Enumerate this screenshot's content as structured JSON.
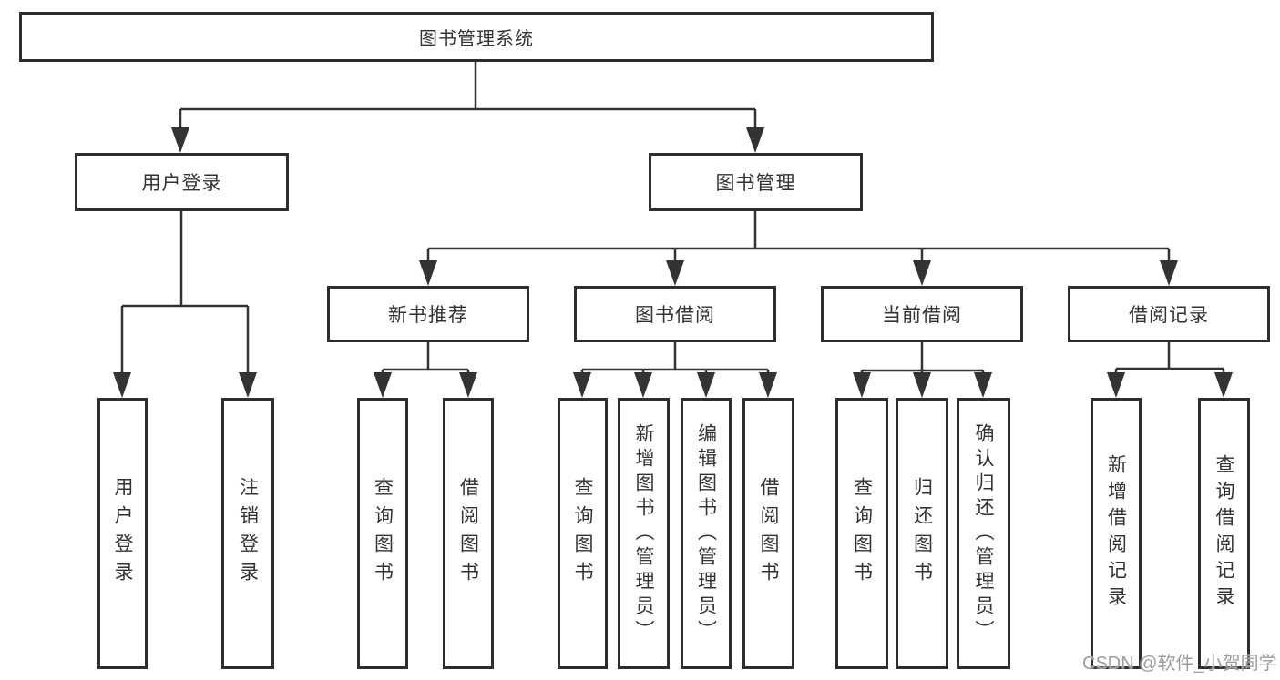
{
  "diagram_title": "图书管理系统",
  "colors": {
    "line": "#333333",
    "box_border": "#2e2e2e",
    "text": "#333333",
    "watermark_text": "#9e9e9e",
    "background": "#ffffff"
  },
  "tree": {
    "label": "图书管理系统",
    "children": [
      {
        "label": "用户登录",
        "children": [
          {
            "label": "用户登录"
          },
          {
            "label": "注销登录"
          }
        ]
      },
      {
        "label": "图书管理",
        "children": [
          {
            "label": "新书推荐",
            "children": [
              {
                "label": "查询图书"
              },
              {
                "label": "借阅图书"
              }
            ]
          },
          {
            "label": "图书借阅",
            "children": [
              {
                "label": "查询图书"
              },
              {
                "label": "新增图书（管理员）"
              },
              {
                "label": "编辑图书（管理员）"
              },
              {
                "label": "借阅图书"
              }
            ]
          },
          {
            "label": "当前借阅",
            "children": [
              {
                "label": "查询图书"
              },
              {
                "label": "归还图书"
              },
              {
                "label": "确认归还（管理员）"
              }
            ]
          },
          {
            "label": "借阅记录",
            "children": [
              {
                "label": "新增借阅记录"
              },
              {
                "label": "查询借阅记录"
              }
            ]
          }
        ]
      }
    ]
  },
  "watermark": {
    "text": "CSDN @软件_小贺同学"
  }
}
